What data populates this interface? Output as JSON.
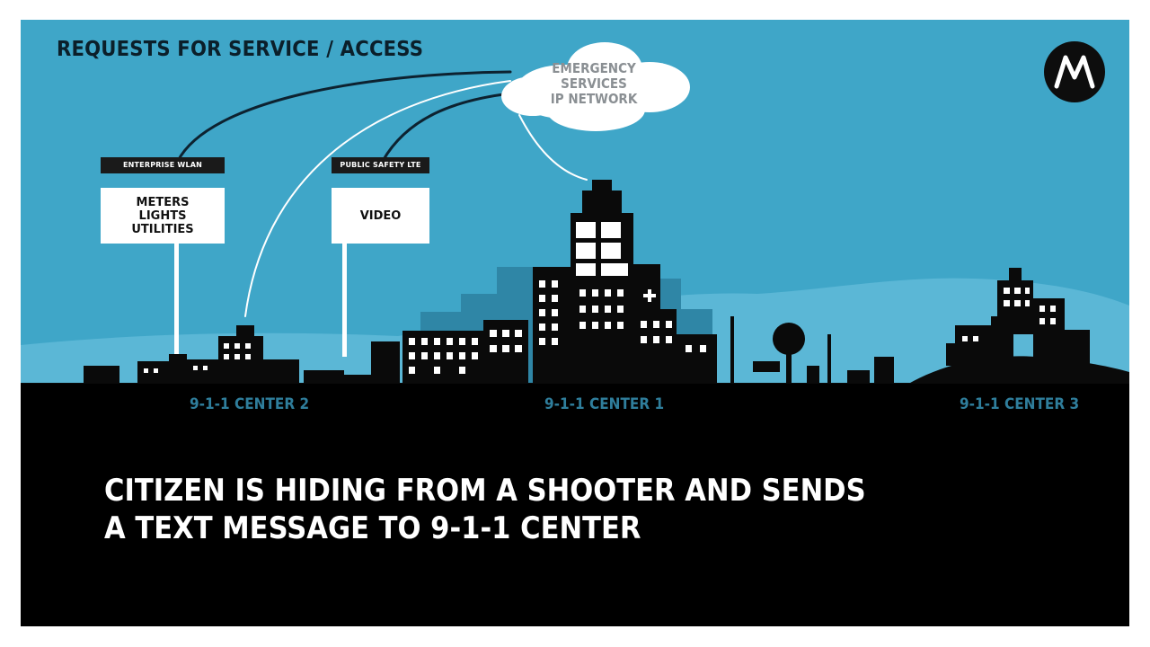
{
  "title": "REQUESTS FOR SERVICE / ACCESS",
  "cloud": {
    "label": "EMERGENCY\nSERVICES\nIP NETWORK"
  },
  "signs": [
    {
      "header": "ENTERPRISE WLAN",
      "body": "METERS\nLIGHTS\nUTILITIES"
    },
    {
      "header": "PUBLIC SAFETY LTE",
      "body": "VIDEO"
    }
  ],
  "centers": [
    {
      "label": "9-1-1 CENTER 2"
    },
    {
      "label": "9-1-1 CENTER 1"
    },
    {
      "label": "9-1-1 CENTER 3"
    }
  ],
  "message": "CITIZEN IS HIDING FROM A SHOOTER AND SENDS A TEXT MESSAGE TO 9-1-1 CENTER",
  "logo": {
    "icon": "motorola-logo-icon"
  },
  "colors": {
    "sky": "#3fa6c8",
    "hills": "#5bb7d6",
    "ground": "#000000",
    "cloud": "#ffffff",
    "center_label": "#2f7e9c"
  }
}
